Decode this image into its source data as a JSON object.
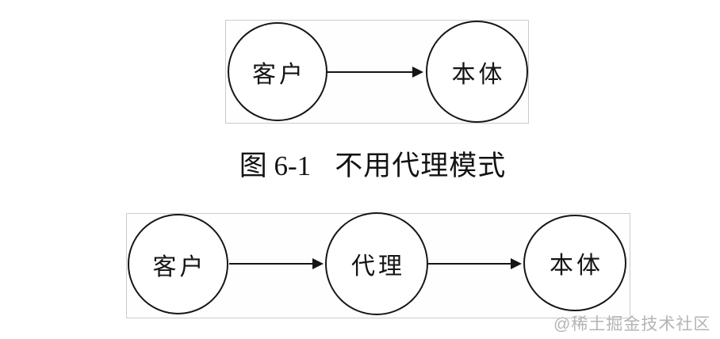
{
  "figure": {
    "caption": {
      "prefix": "图 6-1",
      "title": "不用代理模式"
    },
    "diagram_no_proxy": {
      "nodes": [
        {
          "label": "客户"
        },
        {
          "label": "本体"
        }
      ],
      "edges": [
        {
          "from": "客户",
          "to": "本体"
        }
      ]
    },
    "diagram_proxy": {
      "nodes": [
        {
          "label": "客户"
        },
        {
          "label": "代理"
        },
        {
          "label": "本体"
        }
      ],
      "edges": [
        {
          "from": "客户",
          "to": "代理"
        },
        {
          "from": "代理",
          "to": "本体"
        }
      ]
    },
    "watermark": "@稀土掘金技术社区",
    "colors": {
      "line": "#151515",
      "panel_border": "#cbcbcb",
      "watermark": "#b4b4b4",
      "background": "#ffffff"
    }
  }
}
